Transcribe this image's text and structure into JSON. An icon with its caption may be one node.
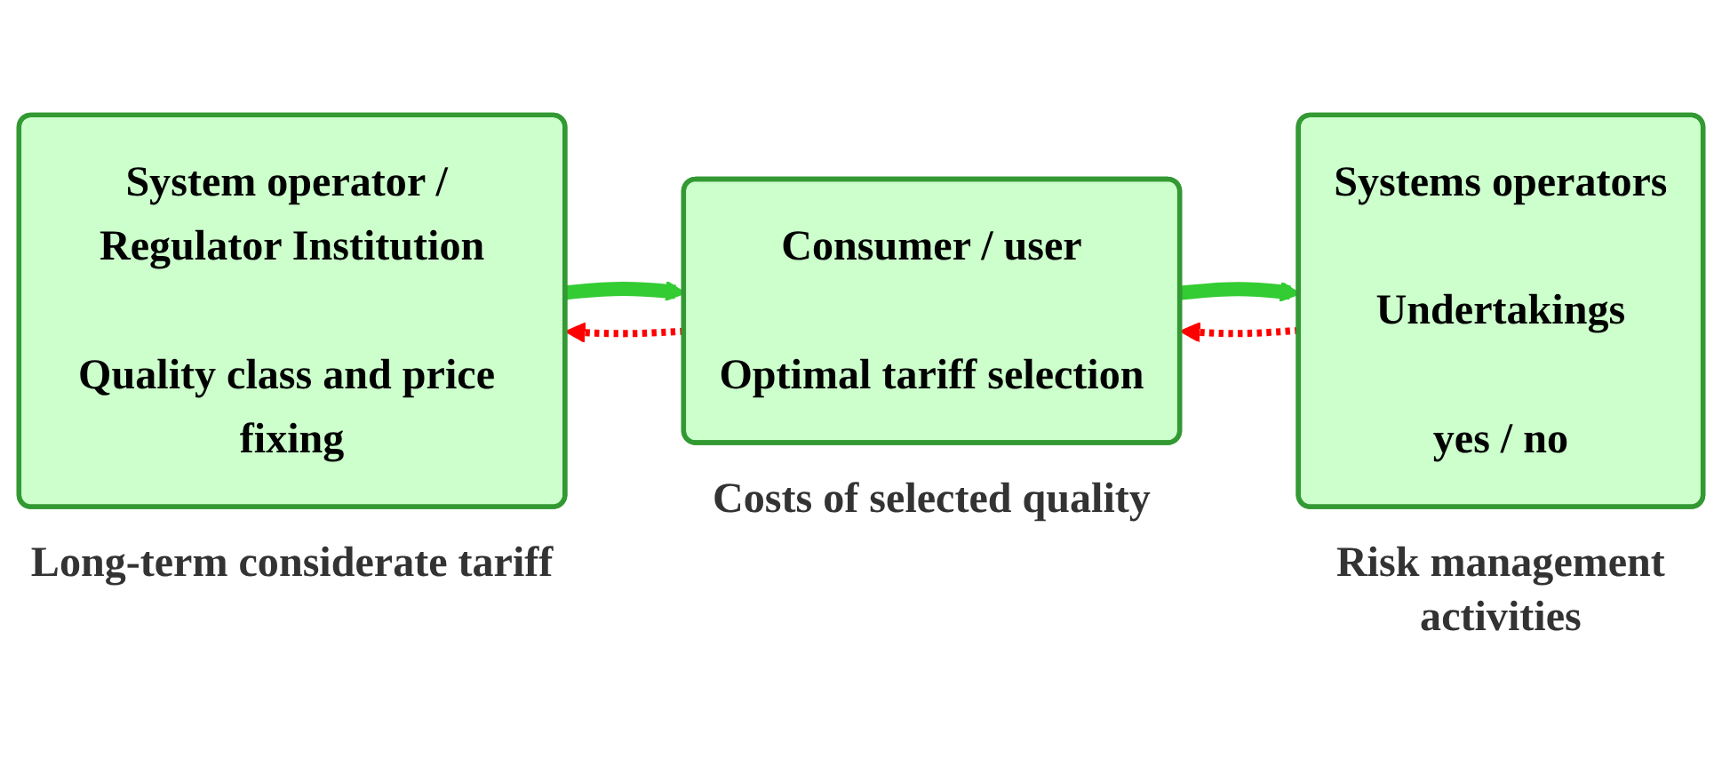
{
  "diagram": {
    "nodes": [
      {
        "text": [
          "System operator / Regulator Institution",
          "Quality class and price fixing"
        ],
        "beside": [
          "Long-term considerate tariff"
        ]
      },
      {
        "text": [
          "Consumer / user",
          "Optimal tariff selection"
        ],
        "beside": [
          "Costs of selected quality"
        ]
      },
      {
        "text": [
          "Systems operators",
          "Undertakings",
          "yes / no"
        ],
        "beside": [
          "Risk management activities"
        ]
      }
    ],
    "edges": [
      {
        "from": 0,
        "to": 1,
        "arrow": "to",
        "style": "thick",
        "color": "#33cc33"
      },
      {
        "from": 1,
        "to": 2,
        "arrow": "to",
        "style": "thick",
        "color": "#33cc33"
      },
      {
        "from": 1,
        "to": 0,
        "arrow": "to",
        "style": "dashed",
        "color": "#ff0000"
      },
      {
        "from": 2,
        "to": 1,
        "arrow": "to",
        "style": "dashed",
        "color": "#ff0000"
      }
    ]
  }
}
